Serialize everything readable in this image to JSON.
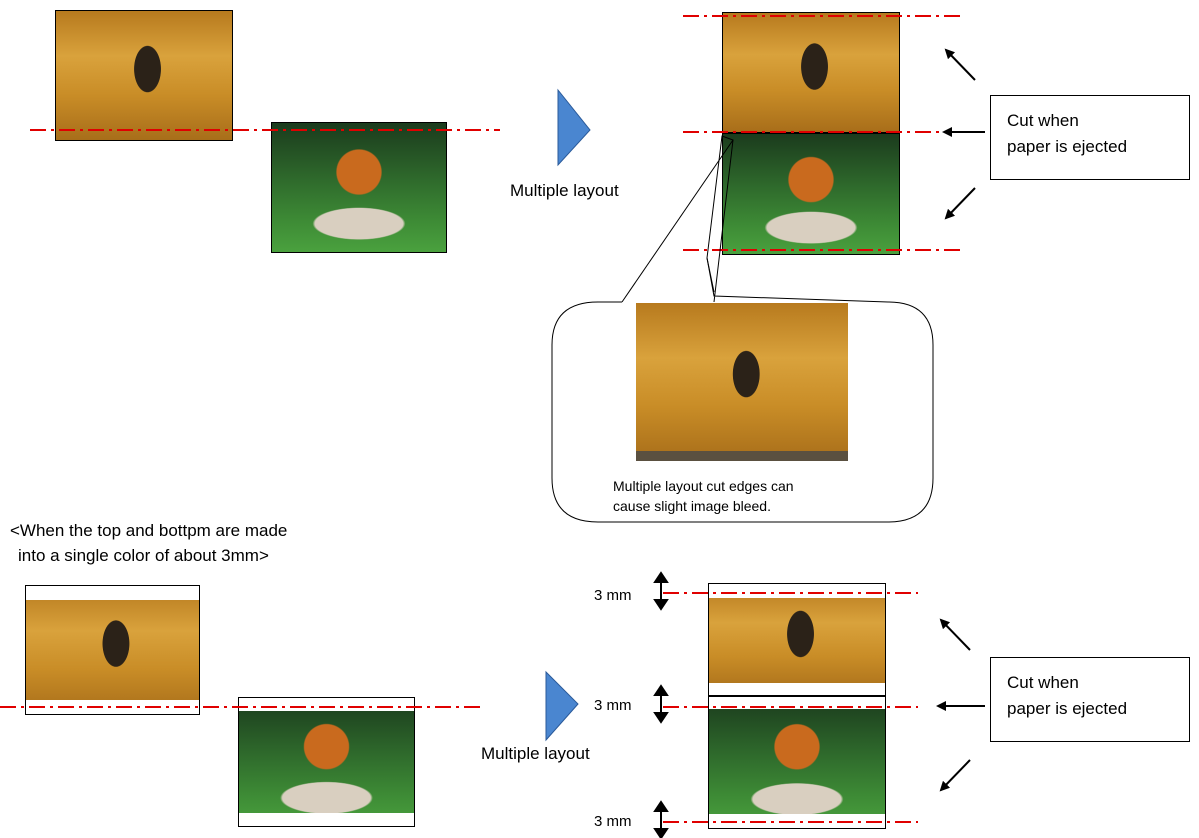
{
  "top": {
    "layout_label": "Multiple layout",
    "callout_text_line1": "Cut when",
    "callout_text_line2": "paper is ejected",
    "zoom_caption_line1": "Multiple layout cut edges can",
    "zoom_caption_line2": "cause slight image bleed."
  },
  "bottom": {
    "heading_line1": "<When the top and bottpm are made",
    "heading_line2": "into a single color of about 3mm>",
    "layout_label": "Multiple layout",
    "margin_label_top": "3 mm",
    "margin_label_middle": "3 mm",
    "margin_label_bottom": "3 mm",
    "callout_text_line1": "Cut when",
    "callout_text_line2": "paper is ejected"
  },
  "images": {
    "zebra_alt": "Zebra in tall golden grass",
    "tiger_alt": "Tiger lying in green grass"
  },
  "colors": {
    "cut_line": "#e00000",
    "arrow_fill": "#4a86d0",
    "arrow_stroke": "#2a5a9a"
  }
}
